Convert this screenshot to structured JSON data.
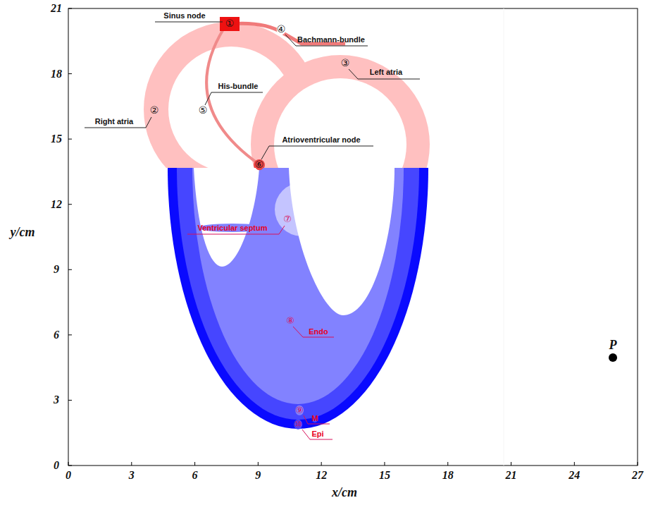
{
  "diagram": {
    "labels": [
      "Sinus node",
      "①",
      "Bachmann-bundle",
      "④",
      "Left atria",
      "③",
      "His-bundle",
      "⑤",
      "Right atria",
      "②",
      "Atrioventricular node",
      "⑥",
      "Ventricular septum",
      "⑦",
      "Endo",
      "⑧",
      "M",
      "⑨",
      "Epi",
      "⑩",
      "P",
      "0",
      "3",
      "6",
      "9",
      "12",
      "15",
      "18",
      "21",
      "24",
      "27",
      "0",
      "3",
      "6",
      "9",
      "12",
      "15",
      "18",
      "21",
      "x/cm",
      "y/cm"
    ]
  }
}
